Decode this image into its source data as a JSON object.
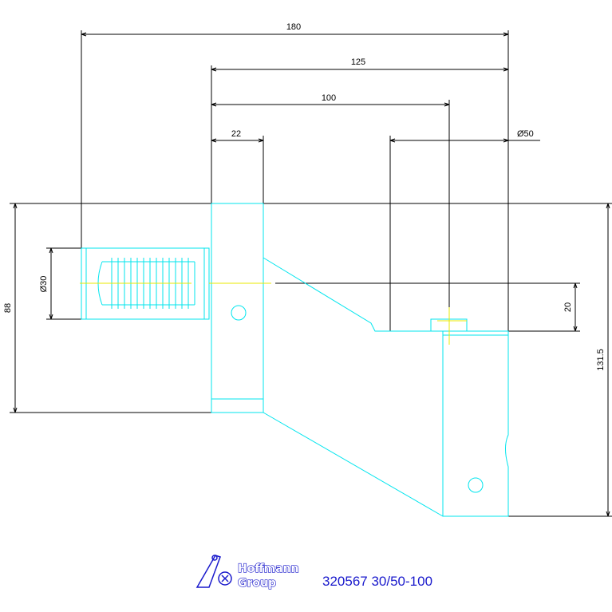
{
  "dimensions": {
    "d180": "180",
    "d125": "125",
    "d100": "100",
    "d22": "22",
    "dia50": "Ø50",
    "dia30": "Ø30",
    "d88": "88",
    "d20": "20",
    "d131": "131.5"
  },
  "logo": {
    "line1": "Hoffmann",
    "line2": "Group"
  },
  "part_number": "320567 30/50-100",
  "colors": {
    "part_outline": "#00e5ee",
    "dimension": "#000000",
    "centerline": "#e8e800",
    "logo": "#1a1acc"
  }
}
